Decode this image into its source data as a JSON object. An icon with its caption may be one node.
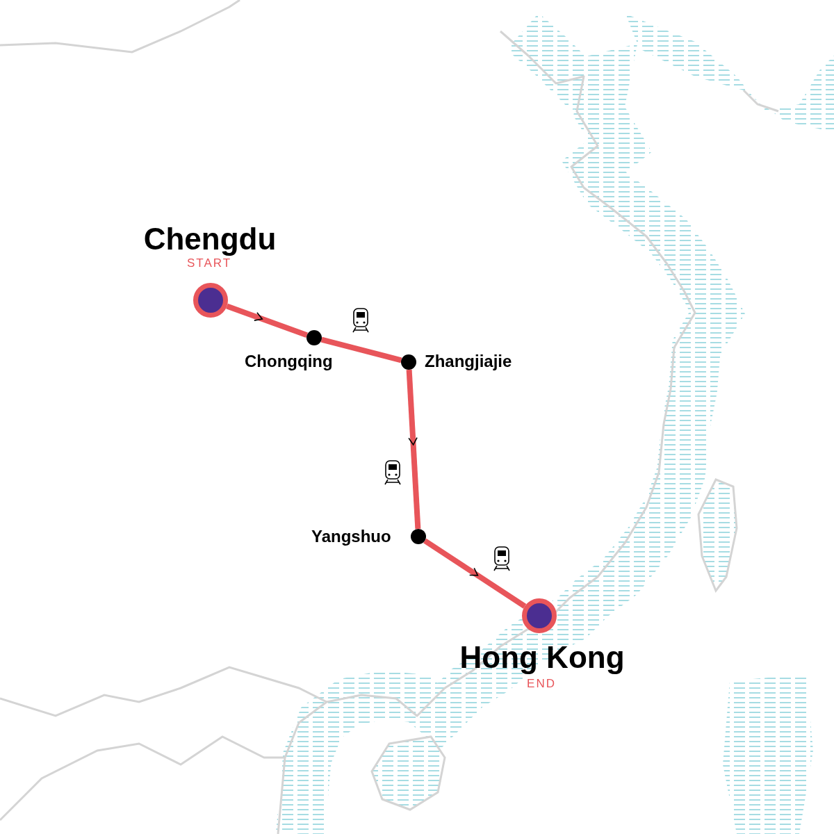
{
  "diagram": {
    "nodes": [
      {
        "text": [
          "Chengdu",
          "START"
        ]
      },
      {
        "text": [
          "Chongqing"
        ]
      },
      {
        "text": [
          "Zhangjiajie"
        ]
      },
      {
        "text": [
          "Yangshuo"
        ]
      },
      {
        "text": [
          "Hong Kong",
          "END"
        ]
      }
    ],
    "edges": [
      {
        "from": 0,
        "to": 1,
        "arrow": "to"
      },
      {
        "from": 1,
        "to": 2,
        "arrow": "none"
      },
      {
        "from": 2,
        "to": 3,
        "arrow": "to"
      },
      {
        "from": 3,
        "to": 4,
        "arrow": "to"
      }
    ]
  }
}
